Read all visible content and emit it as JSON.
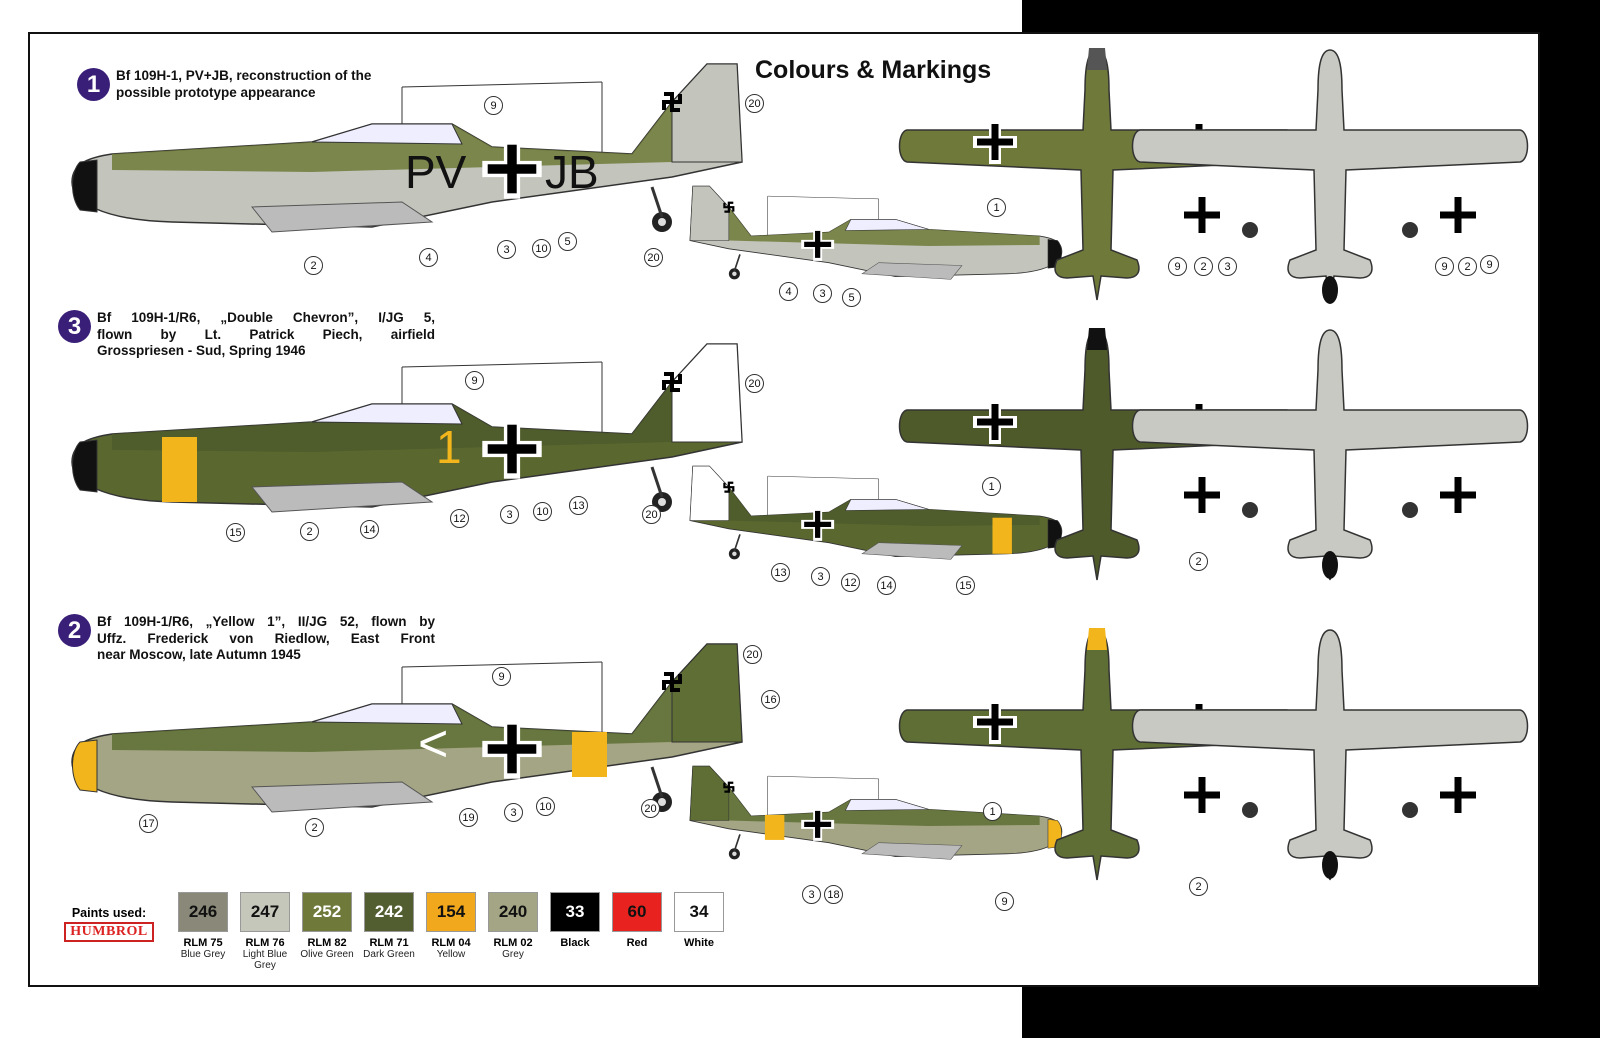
{
  "sheet_title": "Colours & Markings",
  "schemes": [
    {
      "badge": "1",
      "lines": [
        "Bf 109H-1, PV+JB, reconstruction of the",
        "possible prototype appearance"
      ],
      "code_left": "PV",
      "code_right": "JB",
      "callouts": {
        "side": [
          "9",
          "20",
          "2",
          "4",
          "3",
          "10",
          "5"
        ],
        "small": [
          "20",
          "4",
          "3",
          "5"
        ],
        "top": [
          "1"
        ],
        "bottom": [
          "9",
          "2",
          "3",
          "9",
          "2",
          "9"
        ]
      }
    },
    {
      "badge": "3",
      "lines": [
        "Bf 109H-1/R6, „Double Chevron”, I/JG 5,",
        "flown by Lt. Patrick Piech, airfield",
        "Grosspriesen - Sud, Spring 1946"
      ],
      "code_left": "1",
      "code_right": "",
      "callouts": {
        "side": [
          "9",
          "20",
          "15",
          "2",
          "14",
          "12",
          "3",
          "10",
          "13"
        ],
        "small": [
          "20",
          "13",
          "3",
          "12",
          "14",
          "15"
        ],
        "top": [
          "1"
        ],
        "bottom": [
          "2"
        ]
      }
    },
    {
      "badge": "2",
      "lines": [
        "Bf 109H-1/R6, „Yellow 1”, II/JG 52, flown by",
        "Uffz. Frederick von Riedlow, East Front",
        "near Moscow, late Autumn 1945"
      ],
      "code_left": "<",
      "code_right": "",
      "callouts": {
        "side": [
          "9",
          "20",
          "16",
          "17",
          "2",
          "19",
          "3",
          "10"
        ],
        "small": [
          "20",
          "3",
          "18",
          "9"
        ],
        "top": [
          "1"
        ],
        "bottom": [
          "2"
        ]
      }
    }
  ],
  "paints": {
    "label": "Paints used:",
    "brand": "HUMBROL",
    "items": [
      {
        "num": "246",
        "code": "RLM 75",
        "name": "Blue Grey",
        "color": "#8a8878",
        "text": "#111"
      },
      {
        "num": "247",
        "code": "RLM 76",
        "name": "Light Blue Grey",
        "color": "#c5c7bb",
        "text": "#111"
      },
      {
        "num": "252",
        "code": "RLM 82",
        "name": "Olive Green",
        "color": "#6f7a3a",
        "text": "#fff"
      },
      {
        "num": "242",
        "code": "RLM 71",
        "name": "Dark Green",
        "color": "#535e30",
        "text": "#fff"
      },
      {
        "num": "154",
        "code": "RLM 04",
        "name": "Yellow",
        "color": "#f2a81c",
        "text": "#111"
      },
      {
        "num": "240",
        "code": "RLM 02",
        "name": "Grey",
        "color": "#a4a584",
        "text": "#111"
      },
      {
        "num": "33",
        "code": "Black",
        "name": "",
        "color": "#000000",
        "text": "#fff"
      },
      {
        "num": "60",
        "code": "Red",
        "name": "",
        "color": "#e8231f",
        "text": "#111"
      },
      {
        "num": "34",
        "code": "White",
        "name": "",
        "color": "#ffffff",
        "text": "#111"
      }
    ]
  }
}
